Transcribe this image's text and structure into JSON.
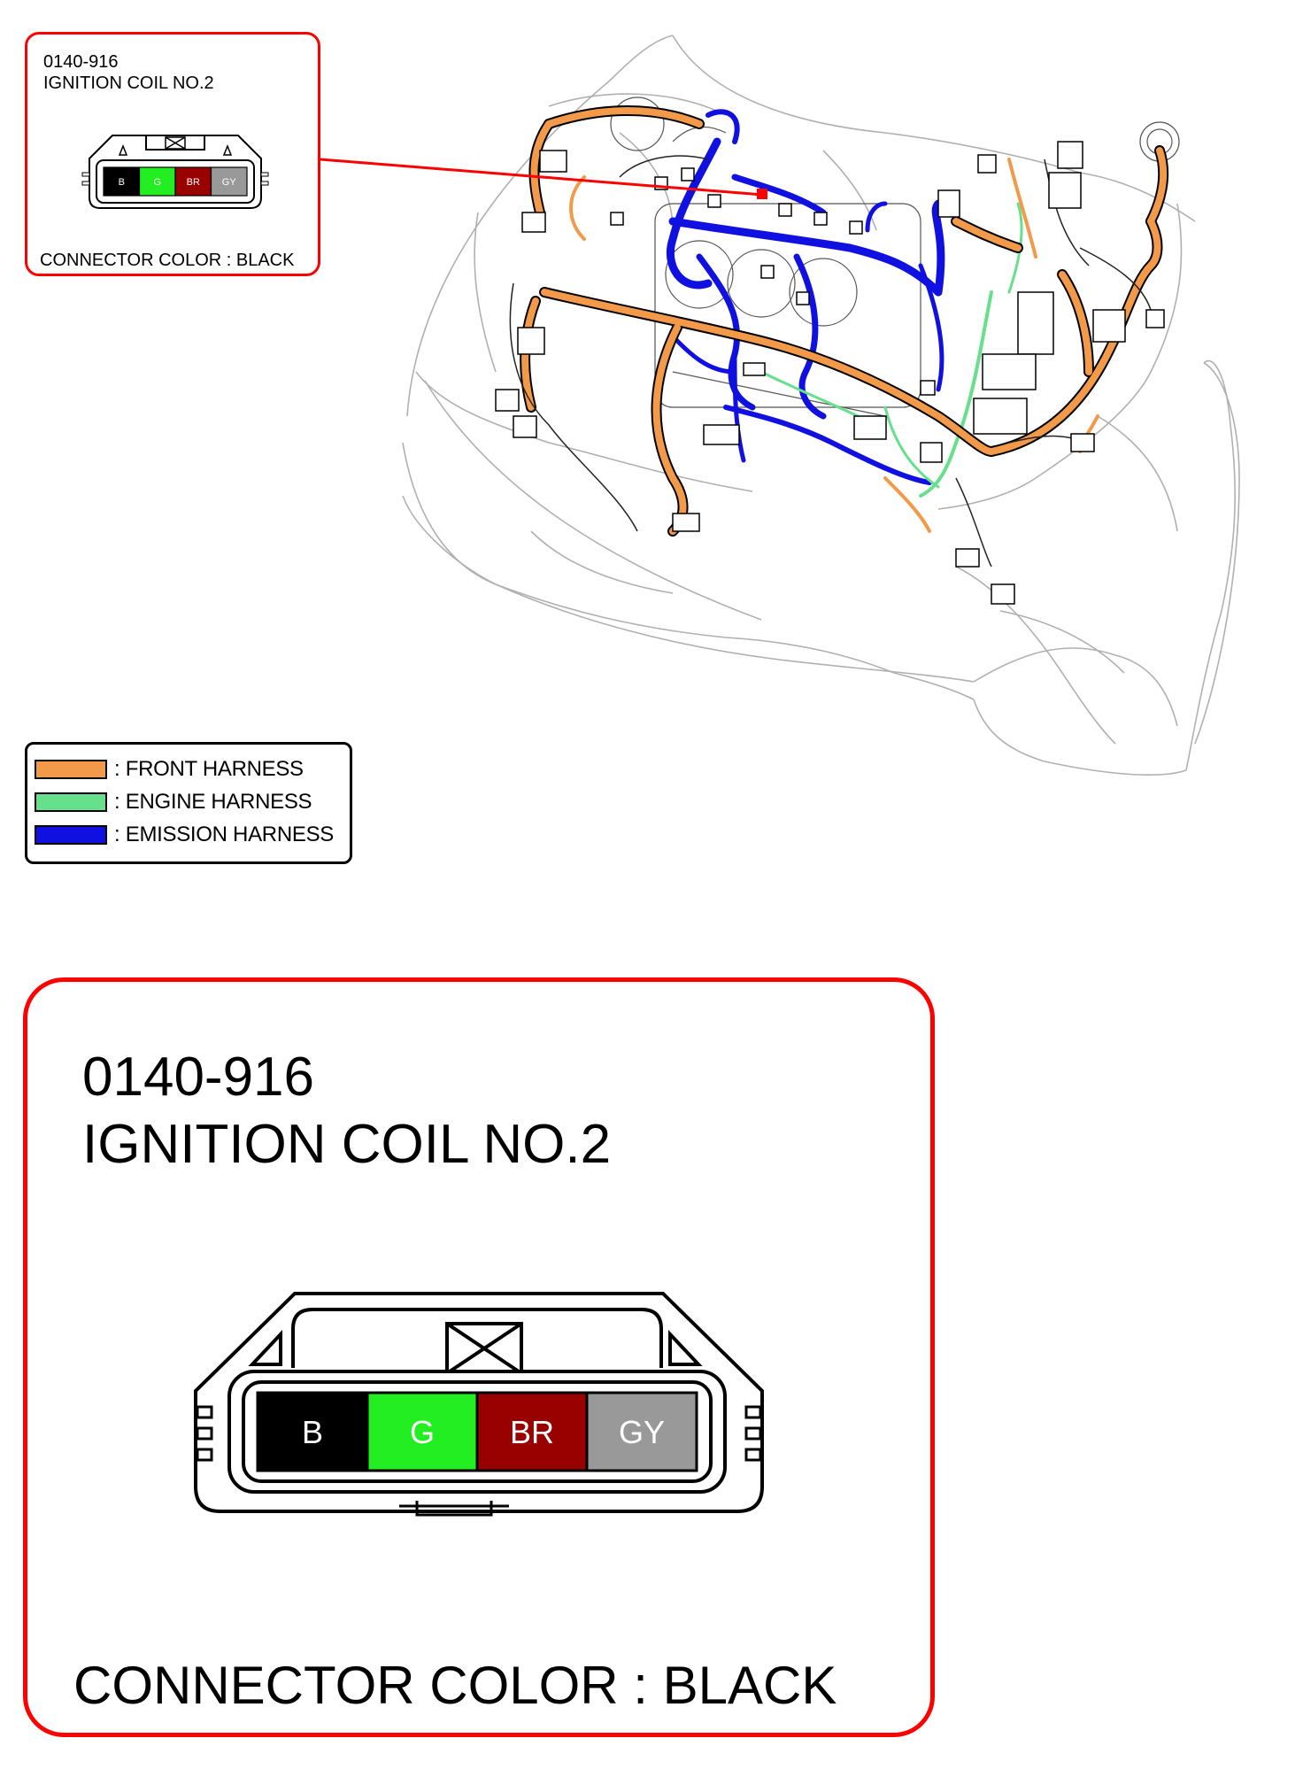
{
  "inset": {
    "code": "0140-916",
    "name": "IGNITION COIL NO.2",
    "connector_color": "CONNECTOR COLOR : BLACK"
  },
  "detail": {
    "code": "0140-916",
    "name": "IGNITION COIL NO.2",
    "connector_color": "CONNECTOR COLOR : BLACK"
  },
  "pins": [
    {
      "label": "B",
      "color": "#000000",
      "text_color": "#ffffff"
    },
    {
      "label": "G",
      "color": "#22ee22",
      "text_color": "#ffffff"
    },
    {
      "label": "BR",
      "color": "#990000",
      "text_color": "#ffffff"
    },
    {
      "label": "GY",
      "color": "#999999",
      "text_color": "#ffffff"
    }
  ],
  "legend": [
    {
      "label": ": FRONT HARNESS",
      "color": "#f39a4a"
    },
    {
      "label": ": ENGINE HARNESS",
      "color": "#66e08a"
    },
    {
      "label": ": EMISSION HARNESS",
      "color": "#1010e0"
    }
  ],
  "colors": {
    "frame_red": "#ff0000",
    "front": "#f39a4a",
    "engine": "#66e08a",
    "emission": "#1010e0"
  }
}
